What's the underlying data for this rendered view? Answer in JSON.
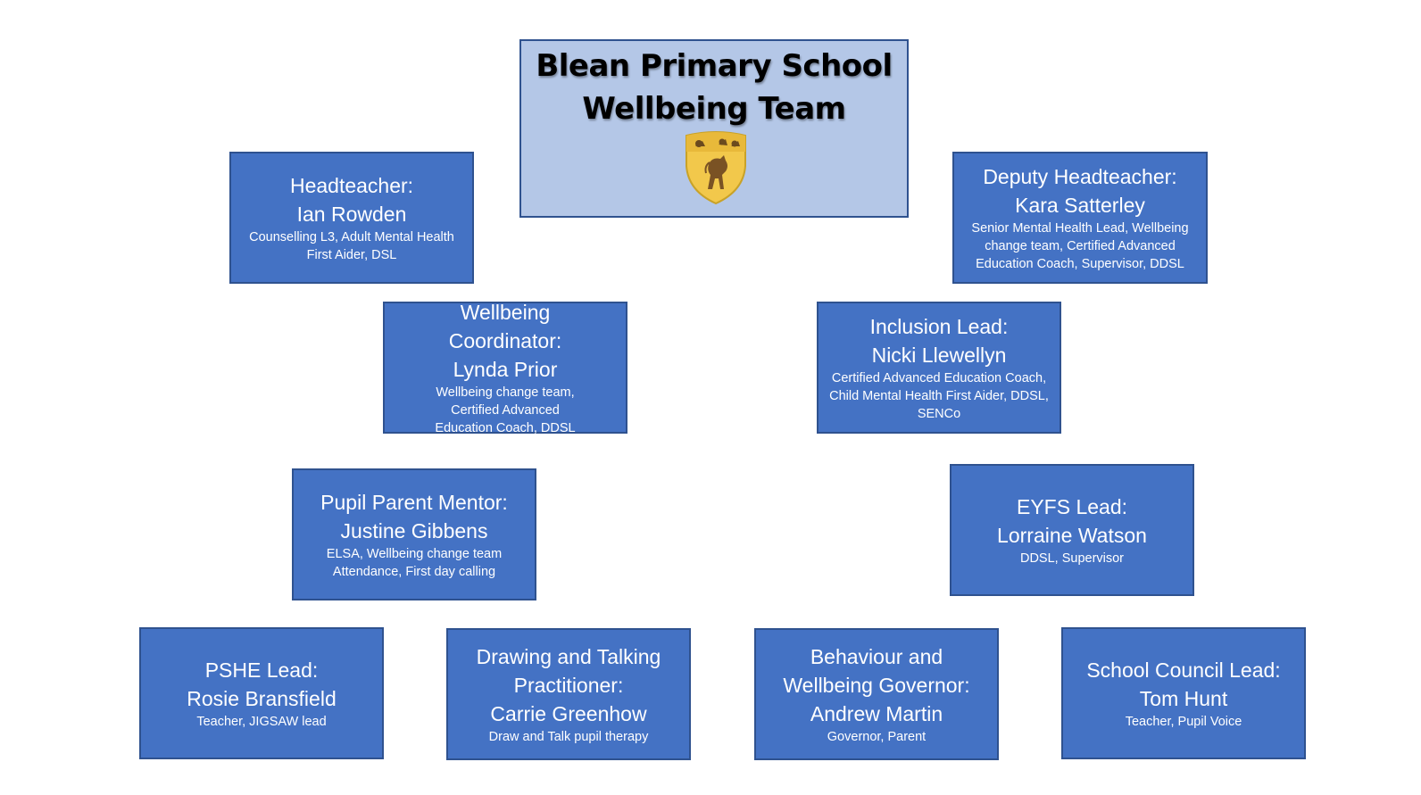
{
  "title": {
    "line1": "Blean Primary School",
    "line2": "Wellbeing Team"
  },
  "colors": {
    "title_fill": "#b4c7e7",
    "card_fill": "#4472c4",
    "card_border": "#2f528f",
    "crest_gold": "#f2c84b"
  },
  "crest": {
    "icon": "school-crest-icon"
  },
  "members": {
    "headteacher": {
      "role": "Headteacher:",
      "name": "Ian Rowden",
      "desc": "Counselling L3, Adult Mental Health First Aider, DSL"
    },
    "deputy": {
      "role": "Deputy Headteacher:",
      "name": "Kara Satterley",
      "desc": "Senior Mental Health Lead, Wellbeing change team, Certified Advanced Education Coach, Supervisor, DDSL"
    },
    "wellbeing_coordinator": {
      "role": "Wellbeing Coordinator:",
      "name": "Lynda Prior",
      "desc": "Wellbeing change team, Certified Advanced Education Coach, DDSL"
    },
    "inclusion_lead": {
      "role": "Inclusion Lead:",
      "name": "Nicki Llewellyn",
      "desc": "Certified Advanced Education Coach, Child Mental Health First Aider, DDSL, SENCo"
    },
    "pupil_parent_mentor": {
      "role": "Pupil Parent Mentor:",
      "name": "Justine Gibbens",
      "desc": "ELSA, Wellbeing change team Attendance, First day calling"
    },
    "eyfs_lead": {
      "role": "EYFS Lead:",
      "name": "Lorraine Watson",
      "desc": "DDSL, Supervisor"
    },
    "pshe_lead": {
      "role": "PSHE Lead:",
      "name": "Rosie Bransfield",
      "desc": "Teacher, JIGSAW lead"
    },
    "drawing_talking": {
      "role": "Drawing and Talking Practitioner:",
      "name": "Carrie Greenhow",
      "desc": "Draw and Talk pupil therapy"
    },
    "governor": {
      "role": "Behaviour and Wellbeing Governor:",
      "name": "Andrew Martin",
      "desc": "Governor, Parent"
    },
    "school_council": {
      "role": "School Council Lead:",
      "name": "Tom Hunt",
      "desc": "Teacher, Pupil Voice"
    }
  }
}
